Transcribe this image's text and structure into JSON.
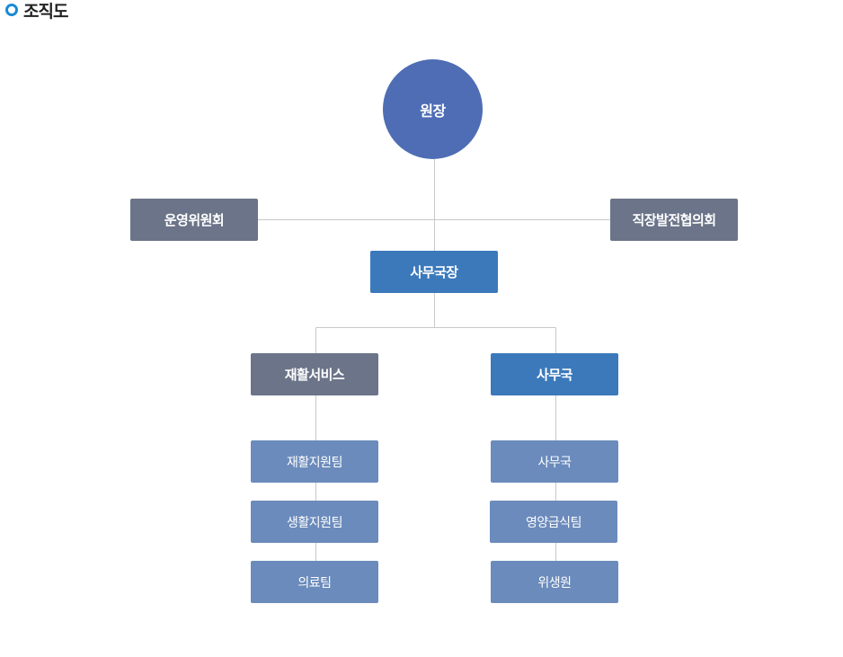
{
  "heading": {
    "title": "조직도",
    "icon": "circle-bullet-icon"
  },
  "colors": {
    "director": "#4e6db4",
    "gray": "#6b7488",
    "blue": "#3b79bb",
    "light": "#6b8bbc",
    "line": "#c8c8c8",
    "bullet": "#1a8ad4"
  },
  "org": {
    "director": "원장",
    "operating_committee": "운영위원회",
    "workplace_council": "직장발전협의회",
    "secretary_general": "사무국장",
    "rehab_services": {
      "title": "재활서비스",
      "teams": [
        "재활지원팀",
        "생활지원팀",
        "의료팀"
      ]
    },
    "secretariat": {
      "title": "사무국",
      "teams": [
        "사무국",
        "영양급식팀",
        "위생원"
      ]
    }
  }
}
